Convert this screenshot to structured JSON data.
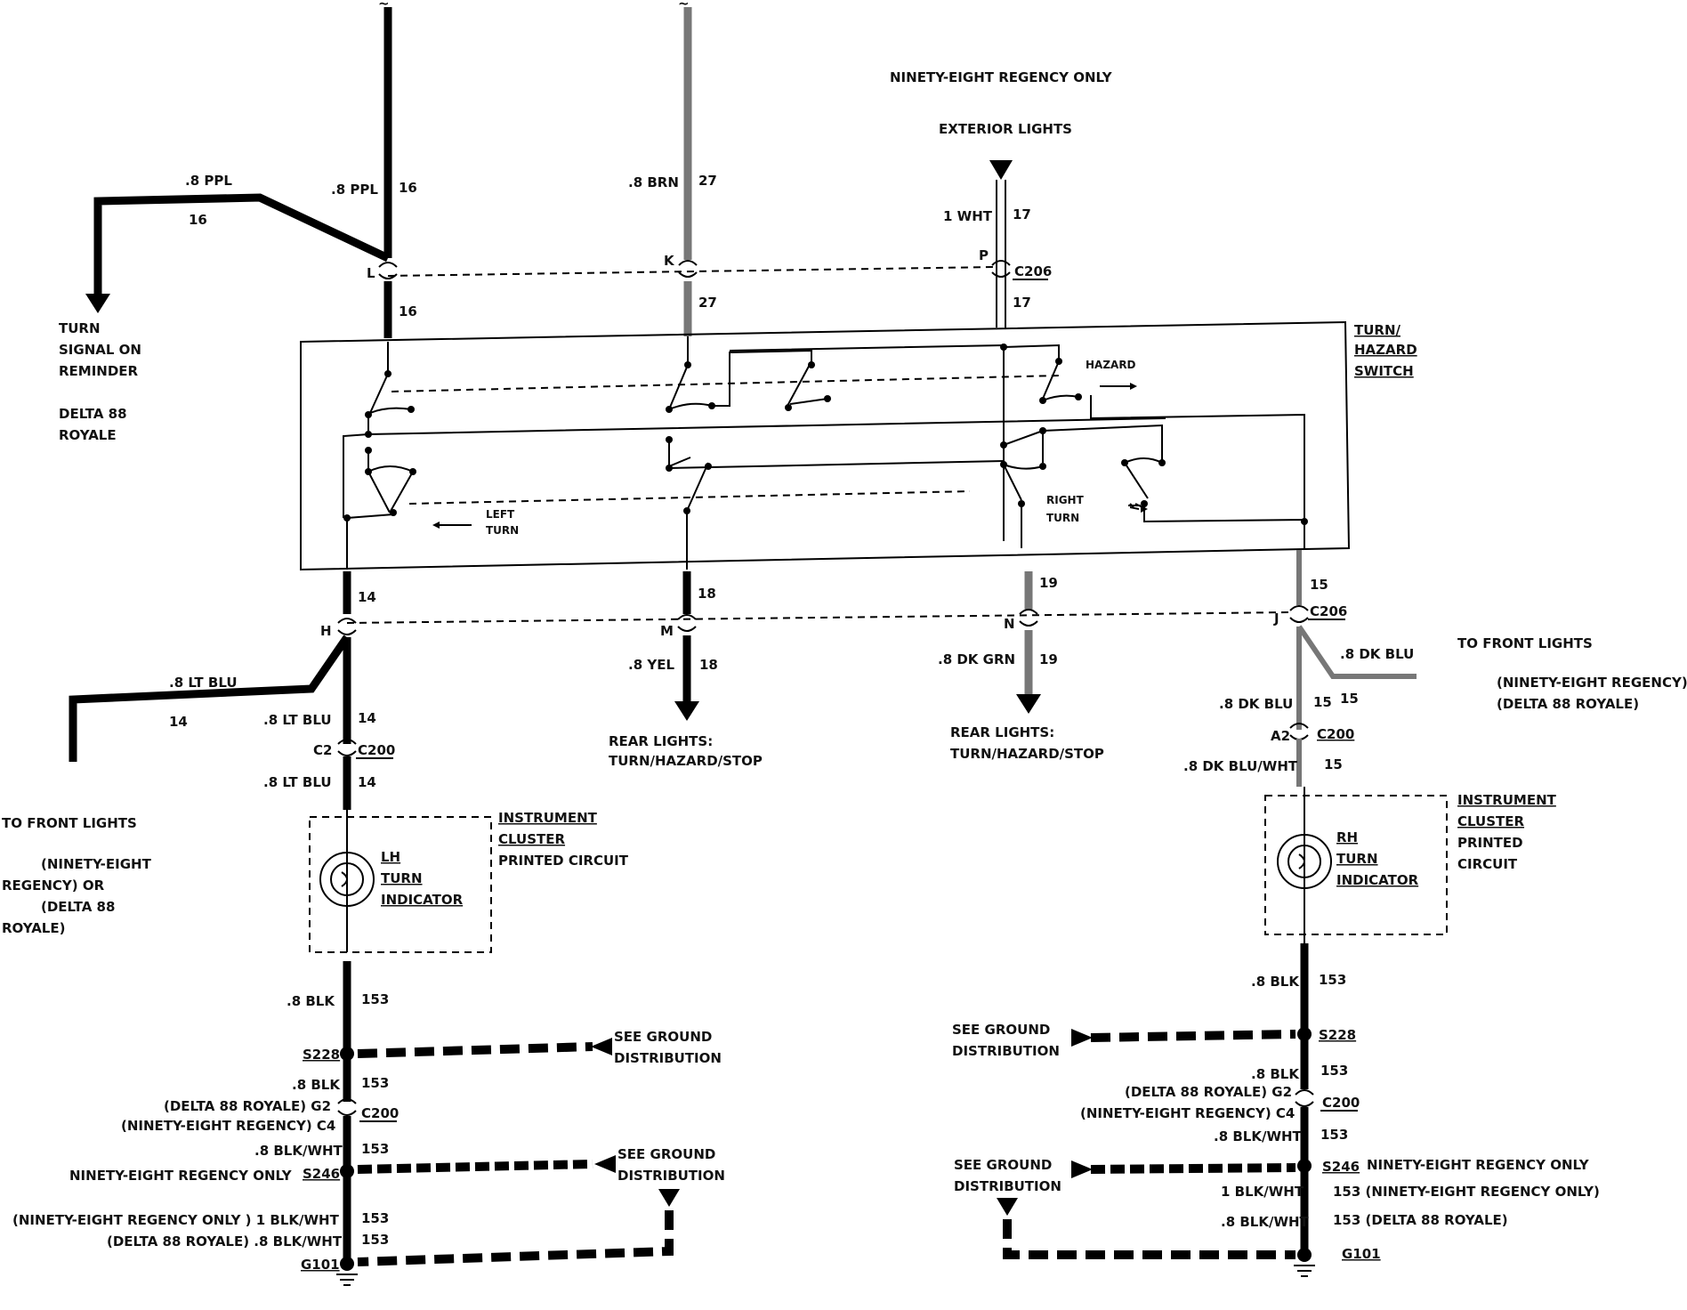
{
  "header": {
    "line1": "NINETY-EIGHT REGENCY ONLY",
    "line2": "EXTERIOR LIGHTS"
  },
  "switch_label": [
    "TURN/",
    "HAZARD",
    "SWITCH"
  ],
  "hazard": "HAZARD",
  "left_turn": [
    "LEFT",
    "TURN"
  ],
  "right_turn": [
    "RIGHT",
    "TURN"
  ],
  "wires_top": {
    "ppl_branch_gauge": ".8 PPL",
    "ppl_branch_circuit": "16",
    "ppl_gauge": ".8 PPL",
    "ppl_circuit": "16",
    "ppl_circuit_below": "16",
    "ppl_pin": "L",
    "brn_gauge": ".8 BRN",
    "brn_circuit": "27",
    "brn_circuit_below": "27",
    "brn_pin": "K",
    "wht_gauge": "1 WHT",
    "wht_circuit": "17",
    "wht_circuit_below": "17",
    "wht_pin": "P",
    "connector": "C206"
  },
  "turn_signal_reminder": [
    "TURN",
    "SIGNAL ON",
    "REMINDER"
  ],
  "delta_royale": [
    "DELTA 88",
    "ROYALE"
  ],
  "wires_bottom": {
    "c14": "14",
    "c18": "18",
    "c19": "19",
    "c15": "15",
    "pin_h": "H",
    "pin_m": "M",
    "pin_n": "N",
    "pin_j": "J",
    "connector": "C206",
    "ltblu_branch_gauge": ".8 LT BLU",
    "ltblu_branch_circuit": "14",
    "ltblu_gauge": ".8 LT BLU",
    "ltblu_circuit": "14",
    "yel_gauge": ".8 YEL",
    "yel_circuit": "18",
    "dkgrn_gauge": ".8 DK GRN",
    "dkgrn_circuit": "19",
    "dkblu_branch_gauge": ".8 DK BLU",
    "dkblu_branch_circuit": "15",
    "dkblu_gauge": ".8 DK BLU",
    "dkblu_circuit": "15",
    "rear_lights": [
      "REAR LIGHTS:",
      "TURN/HAZARD/STOP"
    ],
    "rear_lights2": [
      "REAR LIGHTS:",
      "TURN/HAZARD/STOP"
    ]
  },
  "front_lights_right": [
    "TO FRONT LIGHTS",
    "(NINETY-EIGHT REGENCY)",
    "(DELTA 88 ROYALE)"
  ],
  "front_lights_left": [
    "TO FRONT LIGHTS",
    "(NINETY-EIGHT",
    "REGENCY) OR",
    "(DELTA 88",
    "ROYALE)"
  ],
  "left_cluster": {
    "c2": "C2",
    "c200": "C200",
    "lt_blu2": ".8 LT BLU",
    "c14b": "14",
    "indicator": [
      "LH",
      "TURN",
      "INDICATOR"
    ],
    "cluster": [
      "INSTRUMENT",
      "CLUSTER",
      "PRINTED CIRCUIT"
    ],
    "blk": ".8 BLK",
    "c153": "153",
    "s228": "S228",
    "see_ground": [
      "SEE GROUND",
      "DISTRIBUTION"
    ],
    "blk2": ".8 BLK",
    "c153b": "153",
    "g2": "(DELTA 88 ROYALE) G2",
    "c4": "(NINETY-EIGHT REGENCY) C4",
    "c200b": "C200",
    "blkwht": ".8 BLK/WHT",
    "c153c": "153",
    "s246_note": "NINETY-EIGHT REGENCY ONLY",
    "s246": "S246",
    "see_ground2": [
      "SEE GROUND",
      "DISTRIBUTION"
    ],
    "nr_blkwht": "(NINETY-EIGHT REGENCY ONLY ) 1 BLK/WHT",
    "c153d": "153",
    "d88_blkwht": "(DELTA 88 ROYALE) .8 BLK/WHT",
    "c153e": "153",
    "g101": "G101"
  },
  "right_cluster": {
    "a2": "A2",
    "c200": "C200",
    "dkbluwht": ".8 DK BLU/WHT",
    "c15": "15",
    "indicator": [
      "RH",
      "TURN",
      "INDICATOR"
    ],
    "cluster": [
      "INSTRUMENT",
      "CLUSTER",
      "PRINTED",
      "CIRCUIT"
    ],
    "blk": ".8 BLK",
    "c153": "153",
    "s228": "S228",
    "see_ground": [
      "SEE GROUND",
      "DISTRIBUTION"
    ],
    "blk2": ".8 BLK",
    "c153b": "153",
    "g2": "(DELTA 88 ROYALE) G2",
    "c4": "(NINETY-EIGHT REGENCY) C4",
    "c200b": "C200",
    "blkwht": ".8 BLK/WHT",
    "c153c": "153",
    "s246": "S246",
    "s246_note": "NINETY-EIGHT REGENCY ONLY",
    "see_ground2": [
      "SEE GROUND",
      "DISTRIBUTION"
    ],
    "blkwht1": "1 BLK/WHT",
    "c153d": "153 (NINETY-EIGHT REGENCY ONLY)",
    "blkwht2": ".8 BLK/WHT",
    "c153e": "153 (DELTA 88 ROYALE)",
    "g101": "G101"
  }
}
